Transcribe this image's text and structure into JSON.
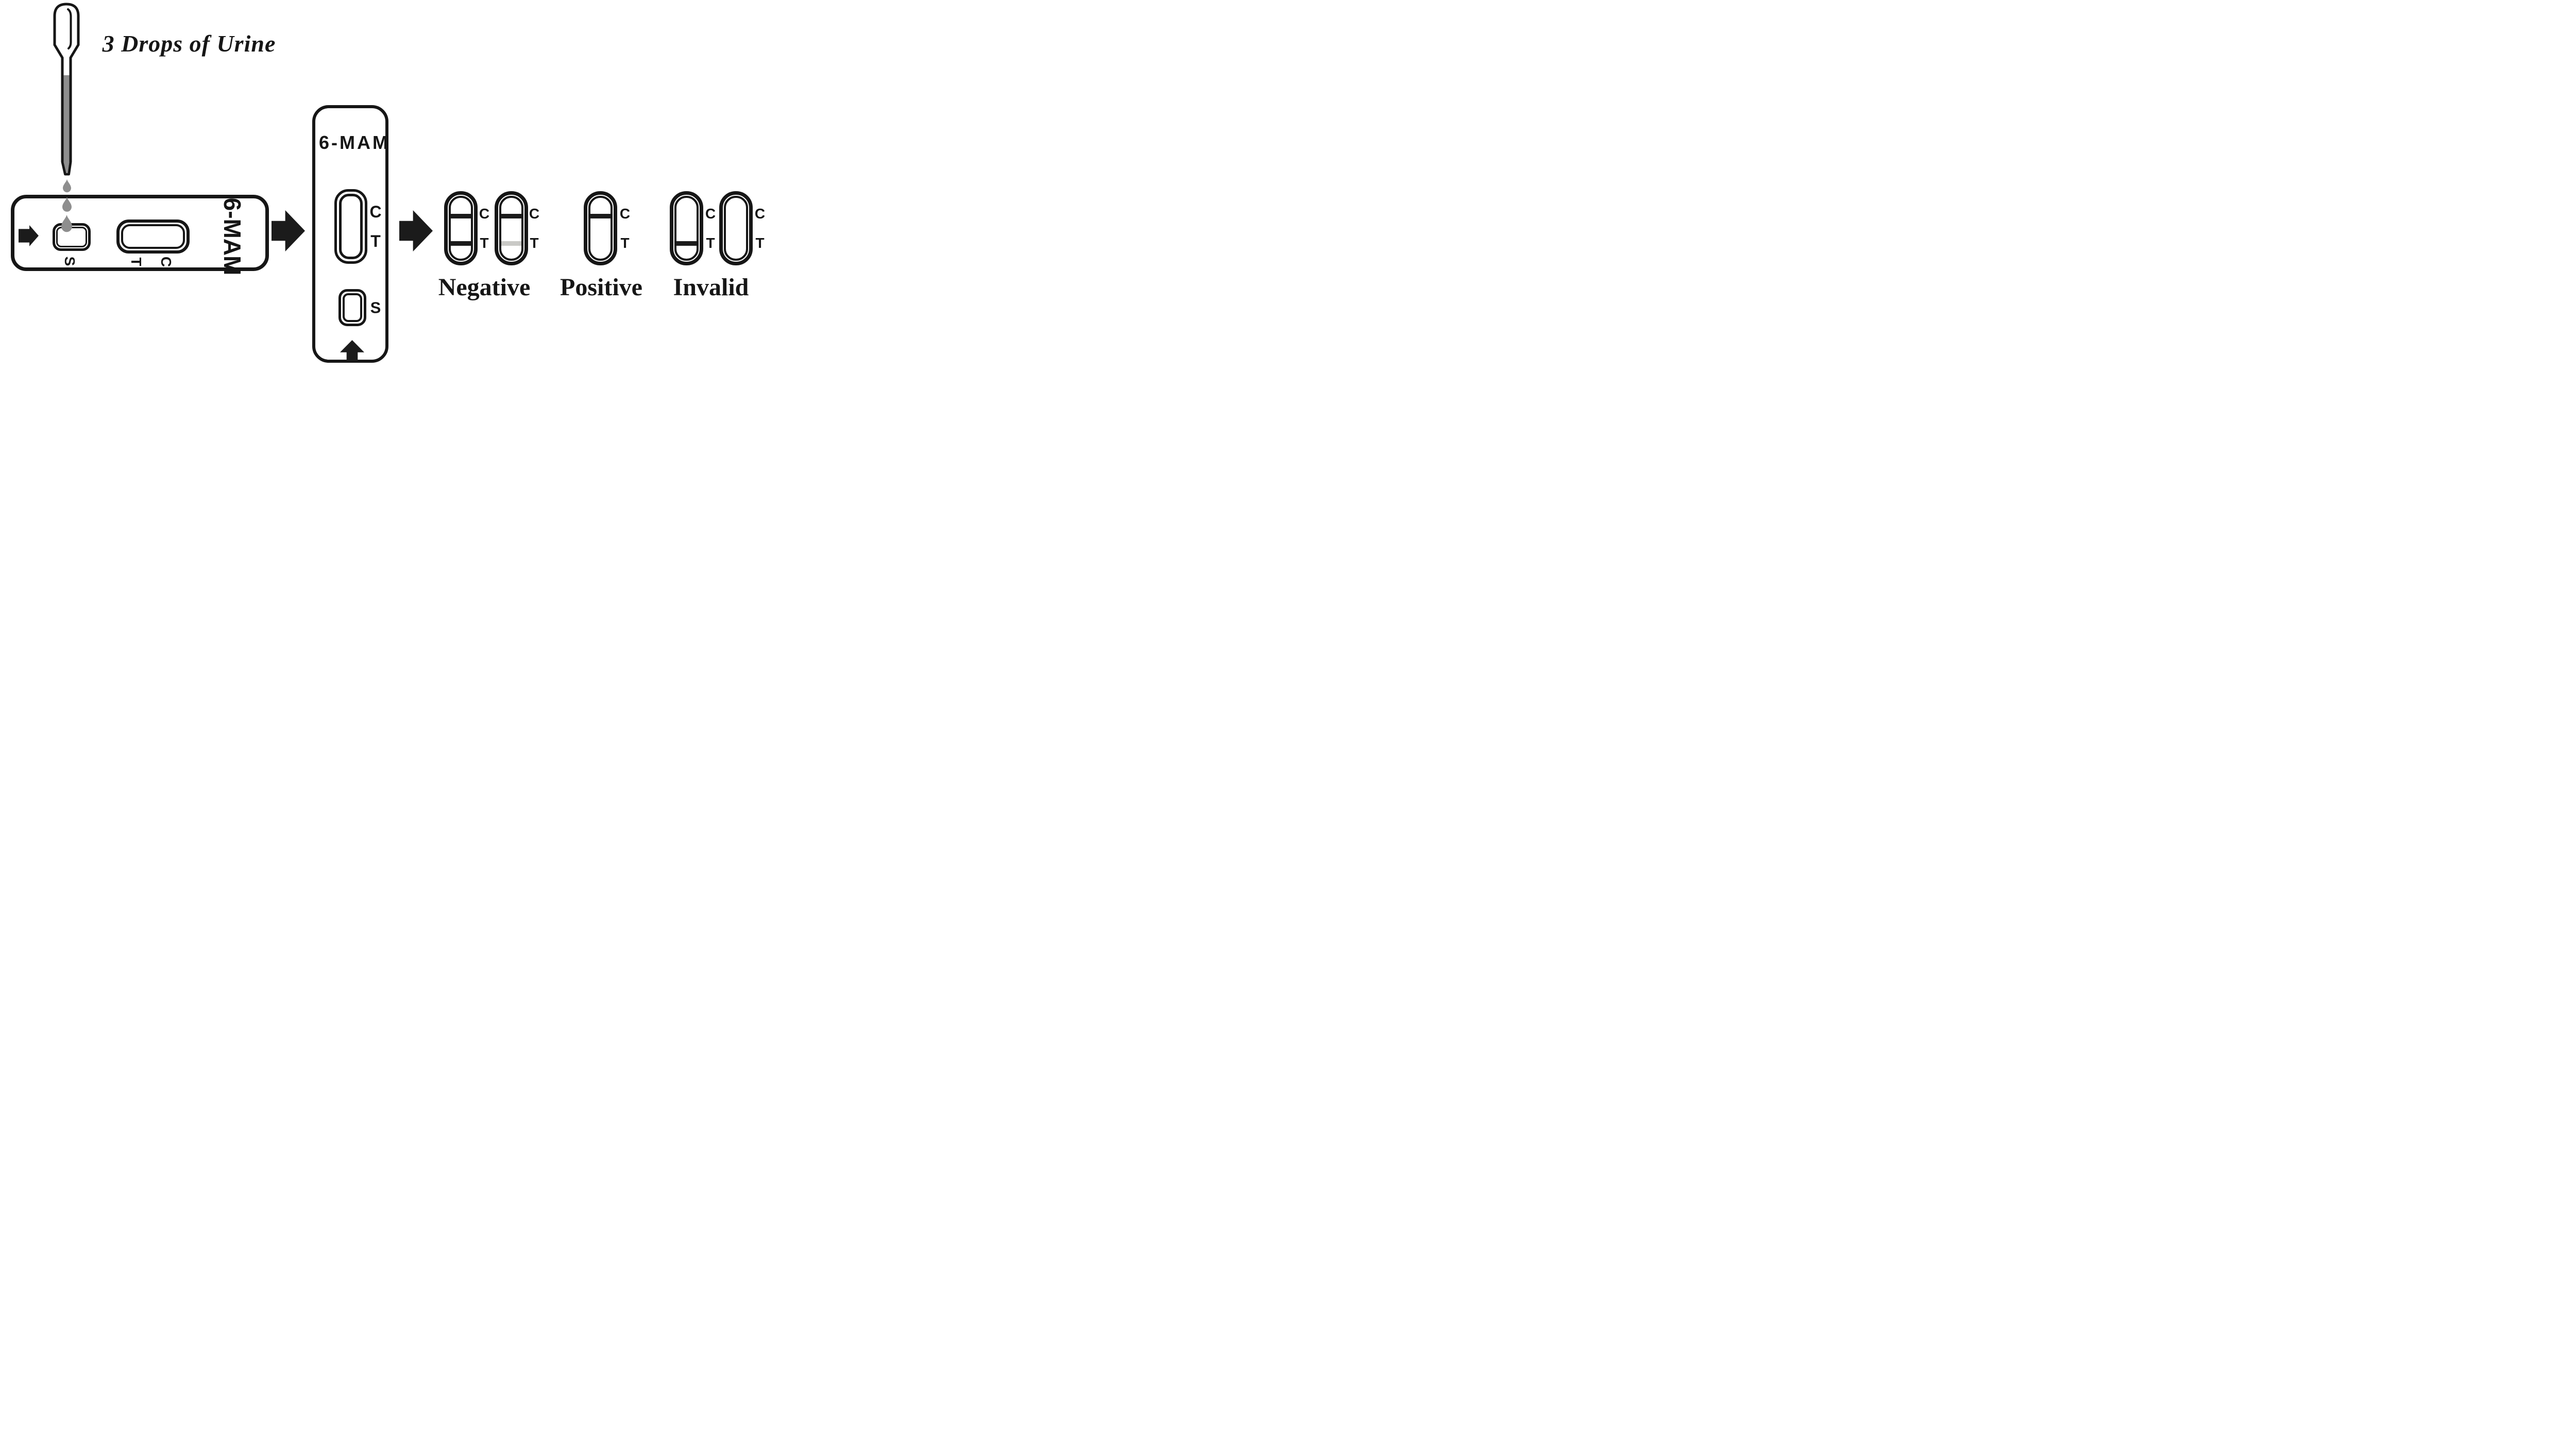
{
  "colors": {
    "ink": "#161616",
    "band_dark": "#1b1b1b",
    "band_faint": "#c9c9c6",
    "liquid": "#8e8e8e",
    "background": "#ffffff",
    "transparent": "transparent"
  },
  "instruction": {
    "drops_label": "3 Drops of Urine"
  },
  "cassette_horizontal": {
    "assay_name": "6-MAM",
    "sample_well_label": "S",
    "test_label": "T",
    "control_label": "C"
  },
  "cassette_vertical": {
    "assay_name": "6-MAM",
    "control_label": "C",
    "test_label": "T",
    "sample_well_label": "S"
  },
  "results": {
    "negative": {
      "label": "Negative",
      "strips": [
        {
          "c_label": "C",
          "t_label": "T",
          "c_color": "#1b1b1b",
          "t_color": "#1b1b1b"
        },
        {
          "c_label": "C",
          "t_label": "T",
          "c_color": "#1b1b1b",
          "t_color": "#c9c9c6"
        }
      ]
    },
    "positive": {
      "label": "Positive",
      "strips": [
        {
          "c_label": "C",
          "t_label": "T",
          "c_color": "#1b1b1b",
          "t_color": "transparent"
        }
      ]
    },
    "invalid": {
      "label": "Invalid",
      "strips": [
        {
          "c_label": "C",
          "t_label": "T",
          "c_color": "transparent",
          "t_color": "#1b1b1b"
        },
        {
          "c_label": "C",
          "t_label": "T",
          "c_color": "transparent",
          "t_color": "transparent"
        }
      ]
    }
  }
}
